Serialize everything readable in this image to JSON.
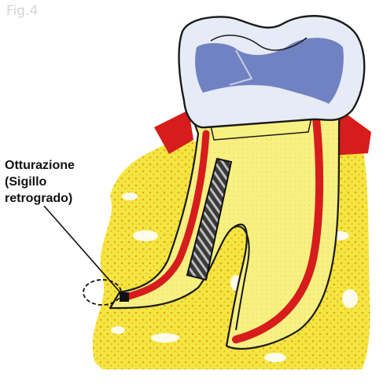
{
  "figure": {
    "label": "Fig.4"
  },
  "callout": {
    "lines": [
      "Otturazione",
      "(Sigillo",
      "retrogrado)"
    ]
  },
  "colors": {
    "crown_fill": "#e6ebf6",
    "crown_shade": "#4a5fb0",
    "dentin": "#f7f082",
    "pulp_canal": "#d61c1c",
    "gum": "#d61c1c",
    "bone": "#f4e640",
    "bone_dots": "#e8a323",
    "instrument": "#2a2a2a",
    "outline": "#1a1a1a"
  },
  "icons": [
    "crown-icon",
    "root-canal-icon",
    "endodontic-file-icon",
    "retrograde-seal-icon"
  ]
}
